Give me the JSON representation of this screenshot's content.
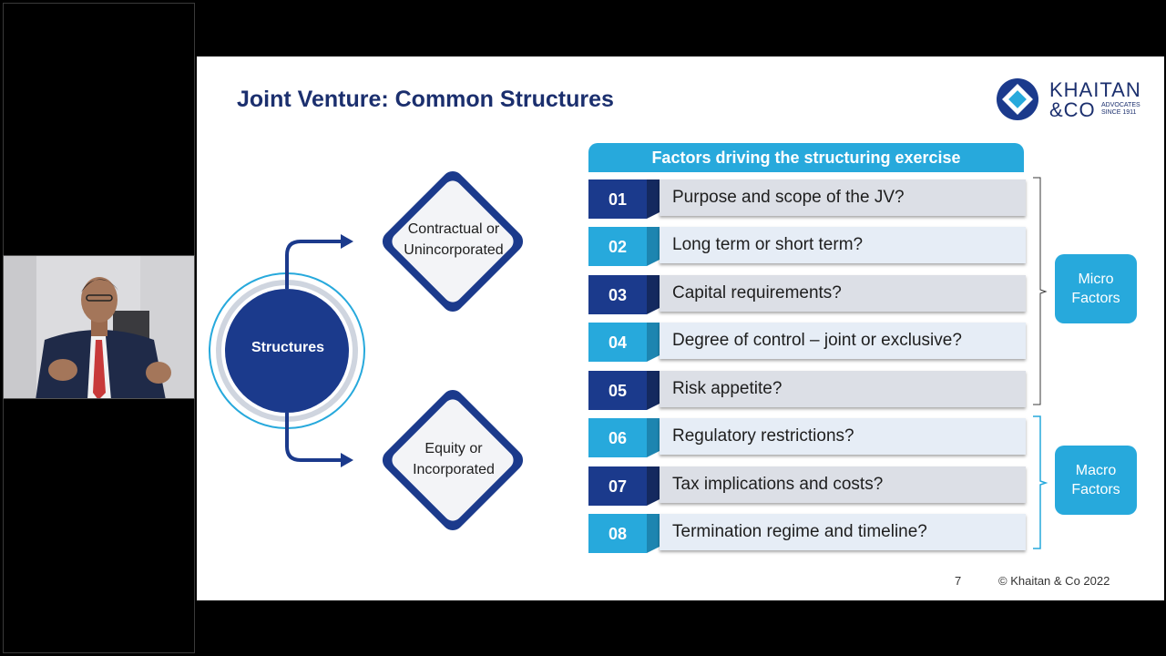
{
  "slide": {
    "title": "Joint Venture: Common Structures",
    "logo": {
      "line1": "KHAITAN",
      "line2": "&CO",
      "tag1": "ADVOCATES",
      "tag2": "SINCE 1911"
    },
    "center_label": "Structures",
    "branches": [
      {
        "label_line1": "Contractual or",
        "label_line2": "Unincorporated"
      },
      {
        "label_line1": "Equity or",
        "label_line2": "Incorporated"
      }
    ],
    "factors_header": "Factors driving the structuring exercise",
    "factors": [
      {
        "num": "01",
        "text": "Purpose and scope of the JV?"
      },
      {
        "num": "02",
        "text": "Long term or short term?"
      },
      {
        "num": "03",
        "text": "Capital requirements?"
      },
      {
        "num": "04",
        "text": "Degree of control – joint or exclusive?"
      },
      {
        "num": "05",
        "text": "Risk appetite?"
      },
      {
        "num": "06",
        "text": "Regulatory restrictions?"
      },
      {
        "num": "07",
        "text": "Tax implications and costs?"
      },
      {
        "num": "08",
        "text": "Termination regime and timeline?"
      }
    ],
    "groups": [
      {
        "line1": "Micro",
        "line2": "Factors"
      },
      {
        "line1": "Macro",
        "line2": "Factors"
      }
    ],
    "page_number": "7",
    "copyright": "© Khaitan & Co 2022"
  },
  "colors": {
    "navy": "#1b3a8c",
    "sky": "#27a9dc",
    "title": "#1b2f6e"
  }
}
